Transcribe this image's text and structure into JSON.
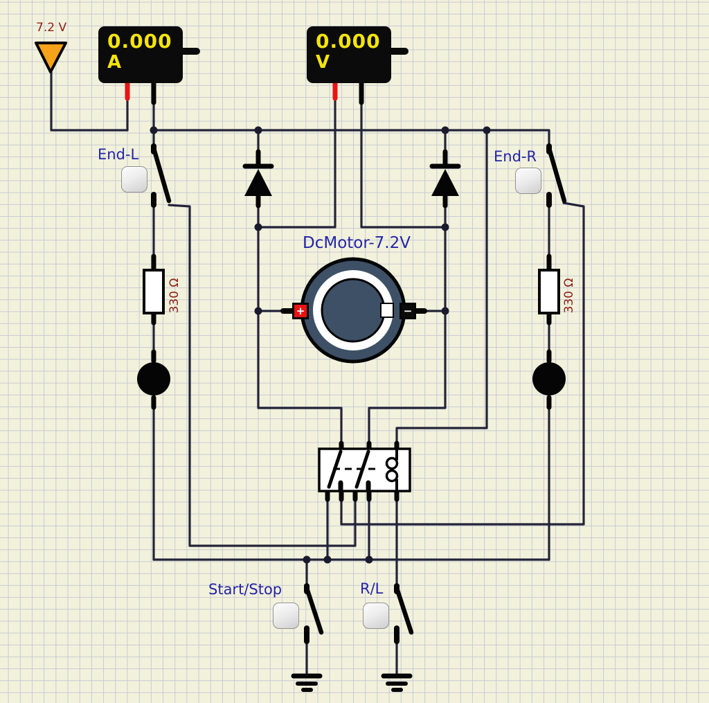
{
  "colors": {
    "background": "#f2f2dc",
    "grid": "#c7c9d3",
    "wire": "#23233a",
    "component": "#050505",
    "label_blue": "#2424a8",
    "value_red": "#8b1d15",
    "meter_body": "#0b0b0b",
    "meter_text": "#f4e40a",
    "positive_lead_red": "#e81414",
    "source_orange": "#f6a21b",
    "motor_body_blue": "#3d5066"
  },
  "power_source": {
    "label": "7.2 V"
  },
  "meters": {
    "ammeter": {
      "value": "0.000",
      "unit": "A"
    },
    "voltmeter": {
      "value": "0.000",
      "unit": "V"
    }
  },
  "switches": {
    "end_l": {
      "label": "End-L"
    },
    "end_r": {
      "label": "End-R"
    },
    "start_stop": {
      "label": "Start/Stop"
    },
    "r_l": {
      "label": "R/L"
    }
  },
  "motor": {
    "label": "DcMotor-7.2V",
    "positive": "+",
    "negative": "−"
  },
  "resistors": {
    "left": {
      "value": "330 Ω"
    },
    "right": {
      "value": "330 Ω"
    }
  }
}
